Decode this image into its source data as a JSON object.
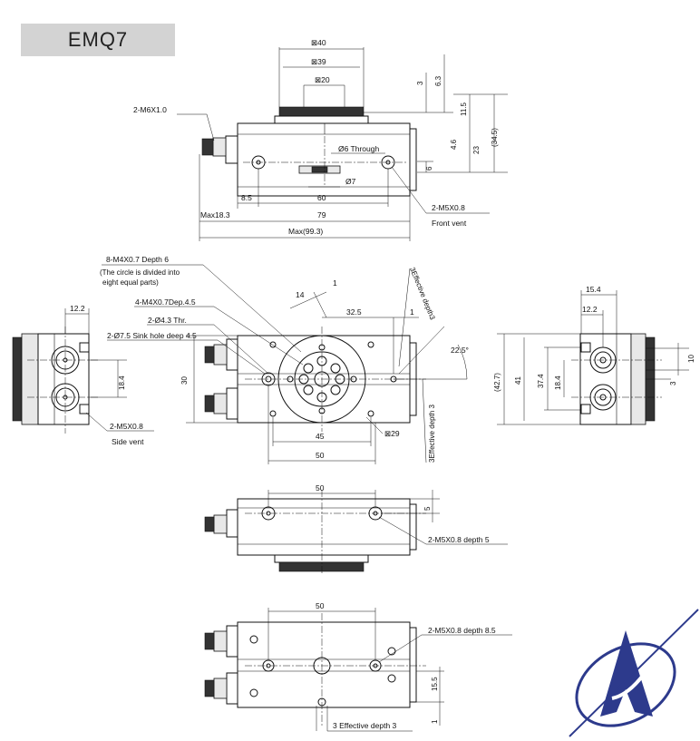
{
  "title": "EMQ7",
  "top_view": {
    "dims": [
      "⊠40",
      "⊠39",
      "⊠20",
      "3",
      "6.3",
      "11.5",
      "(34.5)",
      "23",
      "4.6",
      "6",
      "8.5",
      "60",
      "79",
      "Max18.3",
      "Max(99.3)",
      "Ø6 Through",
      "Ø7"
    ],
    "callouts": [
      "2-M6X1.0",
      "2-M5X0.8",
      "Front vent"
    ]
  },
  "side_left": {
    "dims": [
      "12.2",
      "18.4"
    ],
    "callouts": [
      "2-M5X0.8",
      "Side vent"
    ]
  },
  "front_view": {
    "notes": [
      "8-M4X0.7 Depth 6",
      "(The circle is divided into",
      "eight equal parts)",
      "4-M4X0.7Dep.4.5",
      "2-Ø4.3 Thr.",
      "2-Ø7.5 Sink hole deep 4.5"
    ],
    "dims": [
      "14",
      "1",
      "32.5",
      "1",
      "22.5°",
      "30",
      "45",
      "50",
      "⊠29"
    ],
    "effective_upper": "3Effective depth3",
    "effective_lower": "3Effective depth 3"
  },
  "side_right": {
    "dims": [
      "15.4",
      "12.2",
      "(42.7)",
      "41",
      "37.4",
      "18.4",
      "10",
      "3"
    ]
  },
  "lower_view": {
    "dims": [
      "50",
      "5"
    ],
    "callouts": [
      "2-M5X0.8 depth 5"
    ]
  },
  "bottom_view": {
    "dims": [
      "50",
      "15.5",
      "1"
    ],
    "callouts": [
      "2-M5X0.8 depth 8.5",
      "3 Effective depth 3"
    ]
  },
  "logo": "company-logo"
}
